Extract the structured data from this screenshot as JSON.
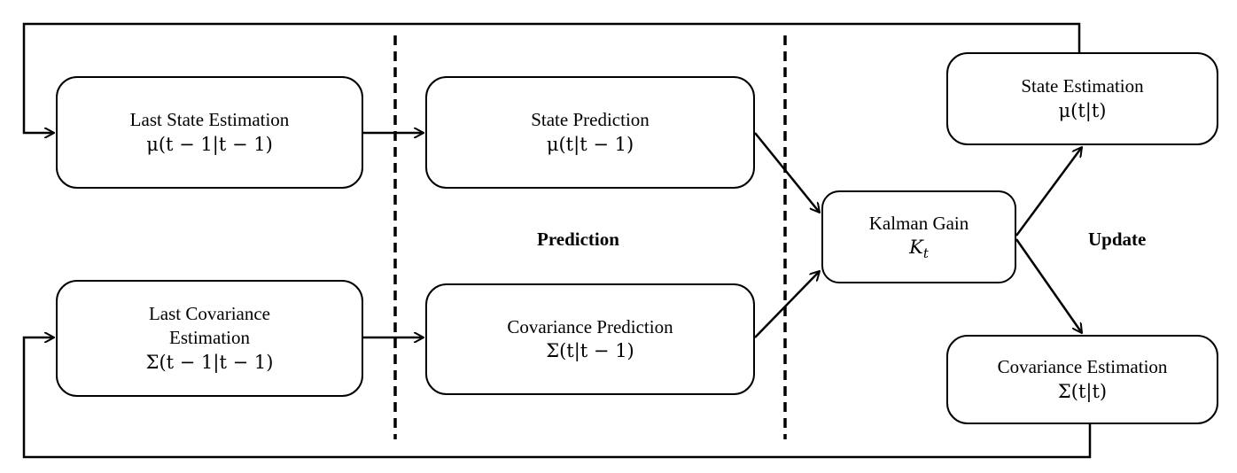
{
  "nodes": {
    "last_state": {
      "title": "Last State Estimation",
      "formula": "μ(t − 1|t − 1)"
    },
    "last_covariance": {
      "title_line1": "Last Covariance",
      "title_line2": "Estimation",
      "formula": "Σ(t − 1|t − 1)"
    },
    "state_prediction": {
      "title": "State Prediction",
      "formula": "μ(t|t − 1)"
    },
    "covariance_prediction": {
      "title": "Covariance Prediction",
      "formula": "Σ(t|t − 1)"
    },
    "kalman_gain": {
      "title": "Kalman Gain",
      "formula_main": "K",
      "formula_sub": "t"
    },
    "state_estimation": {
      "title": "State Estimation",
      "formula": "μ(t|t)"
    },
    "covariance_estimation": {
      "title": "Covariance Estimation",
      "formula": "Σ(t|t)"
    }
  },
  "phases": {
    "prediction": "Prediction",
    "update": "Update"
  }
}
